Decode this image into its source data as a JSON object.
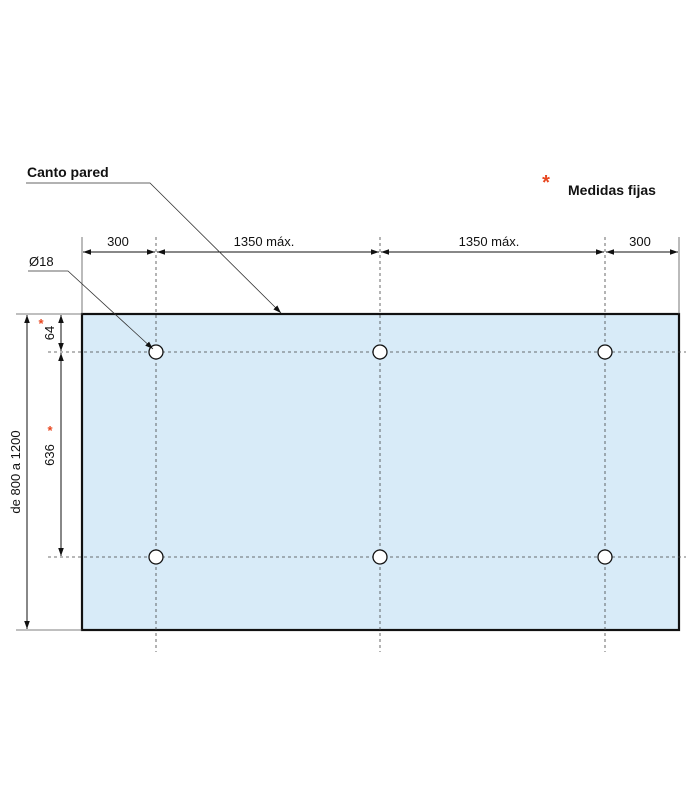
{
  "labels": {
    "wall_edge": "Canto pared",
    "fixed_note_marker": "*",
    "fixed_note": "Medidas fijas",
    "hole_diameter": "Ø18"
  },
  "horizontal_dims": [
    {
      "text": "300"
    },
    {
      "text": "1350 máx."
    },
    {
      "text": "1350 máx."
    },
    {
      "text": "300"
    }
  ],
  "vertical_dims": {
    "top_offset": "64",
    "top_offset_marker": "*",
    "hole_spacing": "636",
    "hole_spacing_marker": "*",
    "overall_height": "de 800 a 1200"
  },
  "colors": {
    "panel_fill": "#d8ebf8",
    "panel_stroke": "#111111",
    "accent": "#e8461f"
  }
}
